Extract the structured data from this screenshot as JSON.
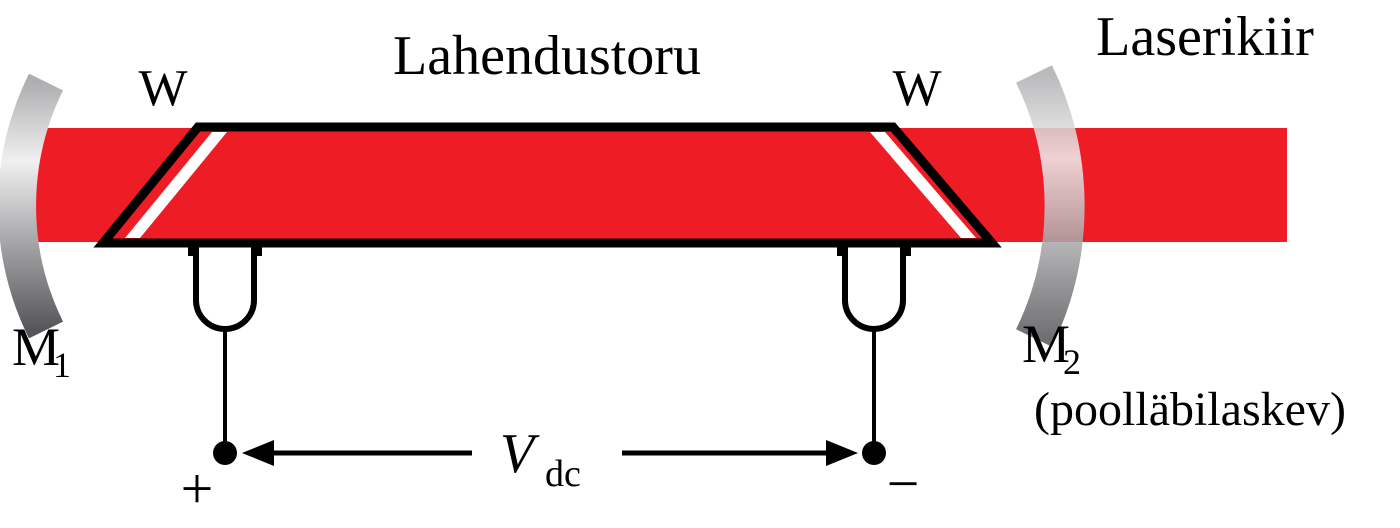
{
  "labels": {
    "tube_title": "Lahendustoru",
    "laser_beam": "Laserikiir",
    "window_left": "W",
    "window_right": "W",
    "mirror1_base": "M",
    "mirror1_sub": "1",
    "mirror2_base": "M",
    "mirror2_sub": "2",
    "mirror2_note": "(poolläbilaskev)",
    "voltage_base": "V",
    "voltage_sub": "dc",
    "plus": "+",
    "minus": "−"
  },
  "colors": {
    "beam_red": "#ee1c25",
    "outline": "#000000",
    "mirror_light": "#f0f0f1",
    "mirror_mid": "#aeaeb0",
    "mirror_dark": "#56565a",
    "window_white": "#ffffff",
    "background": "#ffffff"
  }
}
